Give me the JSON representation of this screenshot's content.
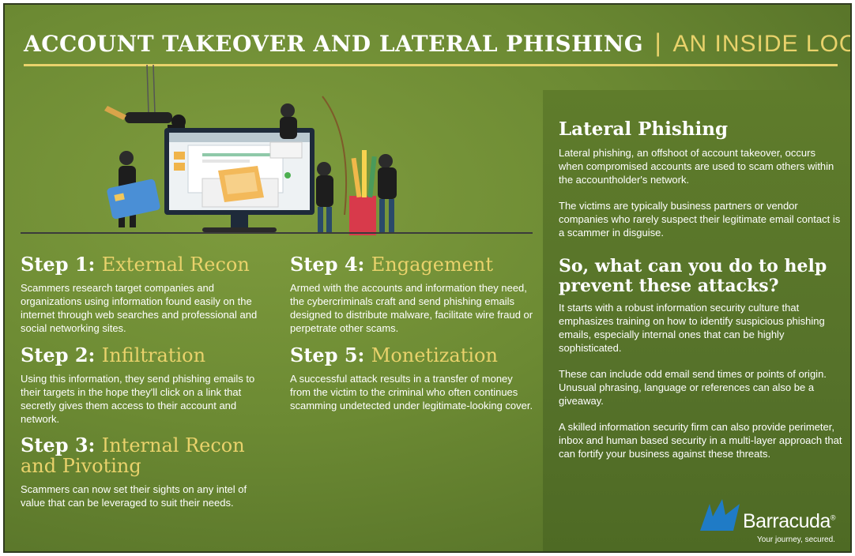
{
  "title": {
    "main": "ACCOUNT TAKEOVER AND LATERAL PHISHING",
    "separator": "|",
    "sub": "AN INSIDE LOOK"
  },
  "steps": [
    {
      "label": "Step 1:",
      "name": "External Recon",
      "text": "Scammers research target companies and organizations using information found easily on the internet through web searches and professional and social networking sites."
    },
    {
      "label": "Step 2:",
      "name": "Infiltration",
      "text": "Using this information, they send phishing emails to their targets in the hope they'll click on a link that secretly gives them access to their account and network."
    },
    {
      "label": "Step 3:",
      "name": "Internal Recon and Pivoting",
      "text": "Scammers can now set their sights on any intel of value that can be leveraged to suit their needs."
    },
    {
      "label": "Step 4:",
      "name": "Engagement",
      "text": "Armed with the accounts and information they need, the cybercriminals craft and send phishing emails designed to distribute malware, facilitate wire fraud or perpetrate other scams."
    },
    {
      "label": "Step 5:",
      "name": "Monetization",
      "text": "A successful attack results in a transfer of money from the victim to the criminal who often continues scamming undetected under legitimate-looking cover."
    }
  ],
  "lateral": {
    "heading": "Lateral Phishing",
    "p1": "Lateral phishing, an offshoot of account takeover, occurs when compromised accounts are used to scam others within the accountholder's network.",
    "p2": "The victims are typically business partners or vendor companies who rarely suspect their legitimate email contact is a scammer in disguise."
  },
  "prevent": {
    "heading": "So, what can you do to help prevent these attacks?",
    "p1": "It starts with a robust information security culture that emphasizes training on how to identify suspicious phishing emails, especially internal ones that can be highly sophisticated.",
    "p2": "These can include odd email send times or points of origin. Unusual phrasing, language or references can also be a giveaway.",
    "p3": "A skilled information security firm can also provide perimeter, inbox and human based security in a multi-layer approach that can fortify your business against these threats."
  },
  "logo": {
    "word": "Barracuda",
    "registered": "®",
    "tagline": "Your journey, secured."
  },
  "colors": {
    "accent": "#e9d26b",
    "background": "#6c8a33",
    "panel": "#56722a",
    "logo_blue": "#1f7bc6"
  }
}
